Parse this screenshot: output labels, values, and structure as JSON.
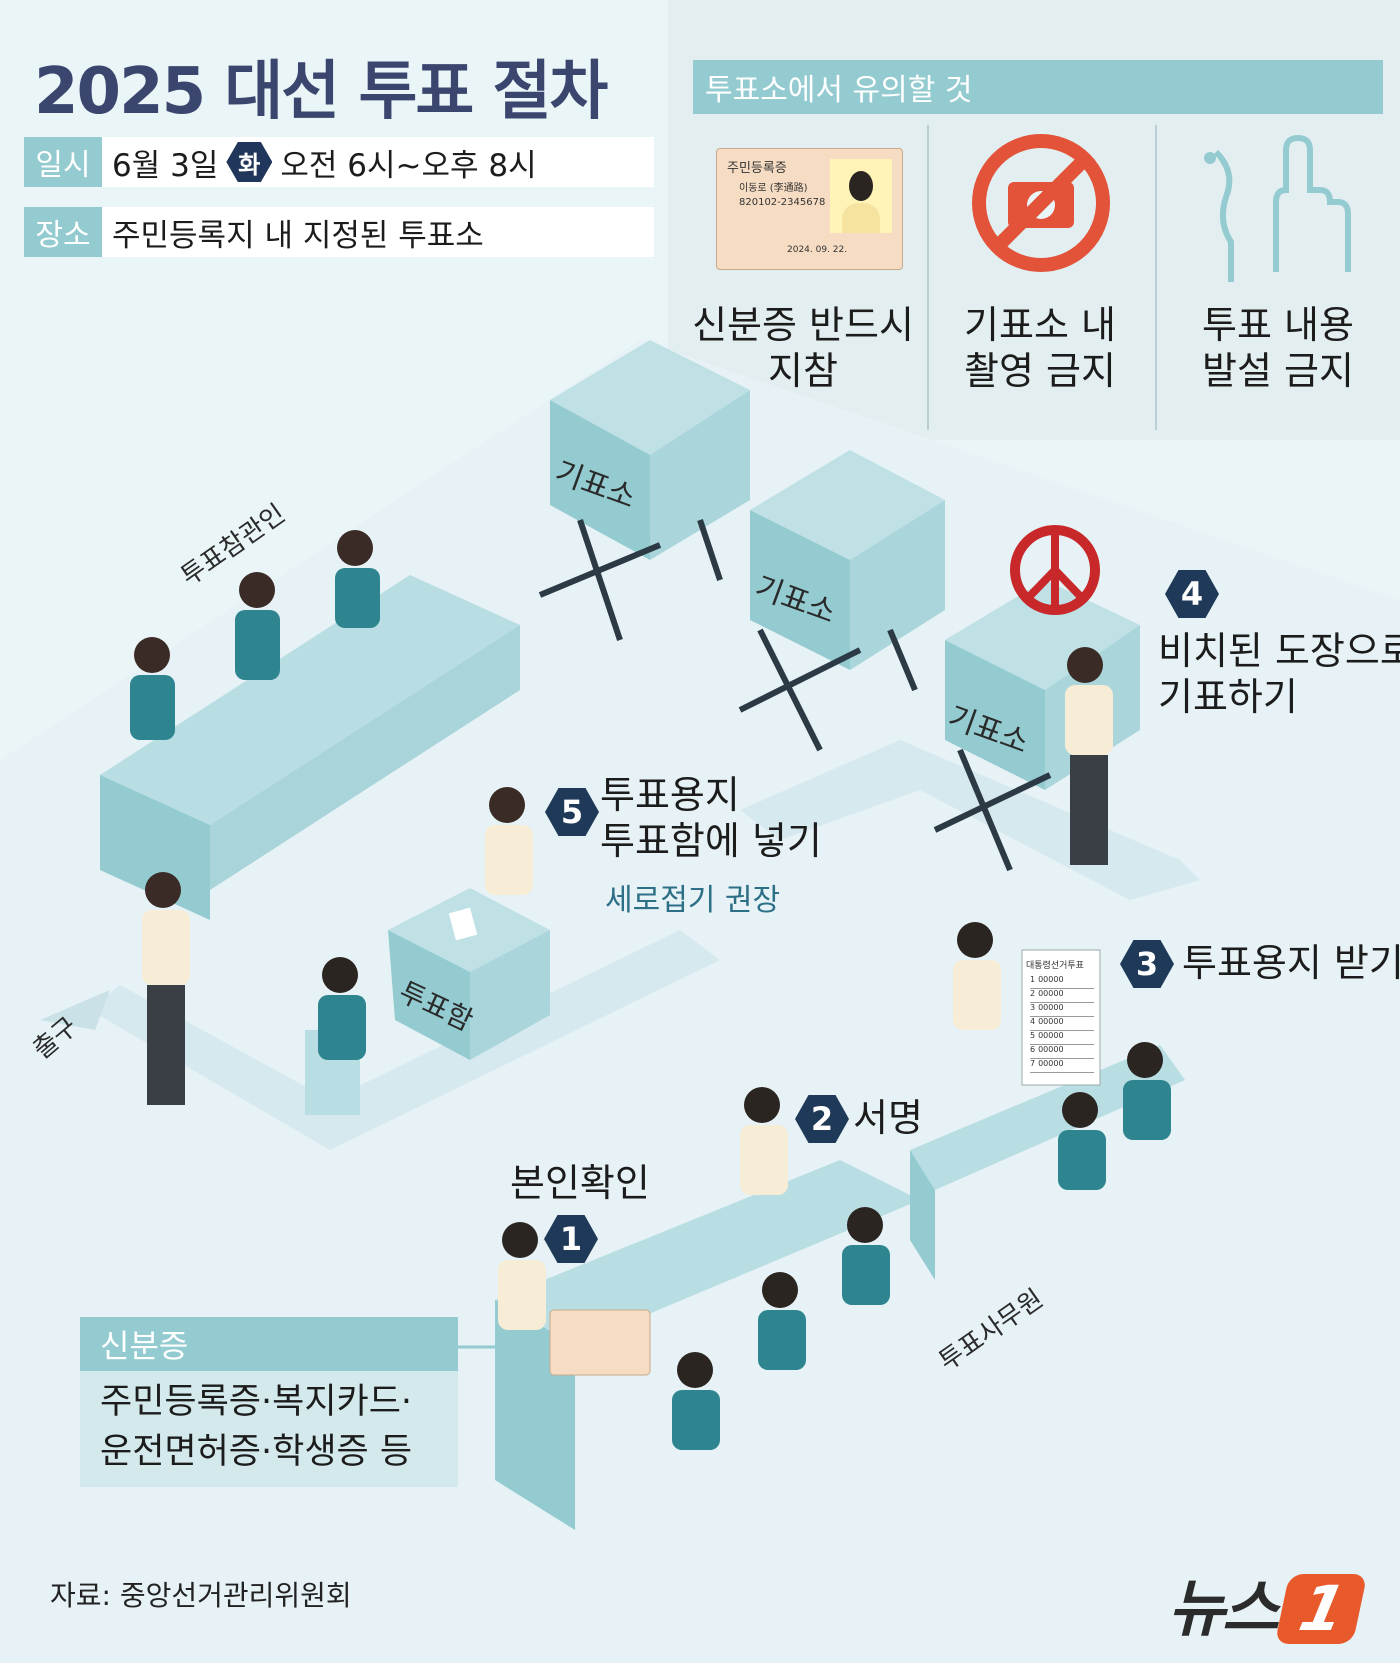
{
  "title": "2025 대선 투표 절차",
  "info": {
    "date_label": "일시",
    "date_month_day": "6월 3일",
    "date_weekday": "화",
    "date_time": "오전 6시~오후 8시",
    "place_label": "장소",
    "place_value": "주민등록지 내 지정된 투표소"
  },
  "notices": {
    "header": "투표소에서 유의할 것",
    "items": [
      {
        "line1": "신분증 반드시",
        "line2": "지참",
        "icon": "id-card-icon"
      },
      {
        "line1": "기표소 내",
        "line2": "촬영 금지",
        "icon": "no-camera-icon"
      },
      {
        "line1": "투표 내용",
        "line2": "발설 금지",
        "icon": "no-speaking-icon"
      }
    ],
    "id_card": {
      "title": "주민등록증",
      "name": "이동로 (李通路)",
      "number": "820102-2345678",
      "date": "2024. 09. 22."
    }
  },
  "booth_label": "기표소",
  "ballot_box_label": "투표함",
  "observers_label": "투표참관인",
  "staff_label": "투표사무원",
  "exit_label": "출구",
  "steps": [
    {
      "num": "1",
      "text": "본인확인"
    },
    {
      "num": "2",
      "text": "서명"
    },
    {
      "num": "3",
      "text": "투표용지 받기"
    },
    {
      "num": "4",
      "line1": "비치된 도장으로",
      "line2": "기표하기"
    },
    {
      "num": "5",
      "line1": "투표용지",
      "line2": "투표함에 넣기",
      "sub": "세로접기 권장"
    }
  ],
  "ballot_title": "대통령선거투표",
  "ballot_rows": [
    "1",
    "2",
    "3",
    "4",
    "5",
    "6",
    "7"
  ],
  "ballot_cell": "00000",
  "id_box": {
    "header": "신분증",
    "line1": "주민등록증·복지카드·",
    "line2": "운전면허증·학생증 등"
  },
  "source": "자료: 중앙선거관리위원회",
  "logo": {
    "text": "뉴스",
    "mark": "1"
  },
  "colors": {
    "teal": "#93cbd1",
    "navy": "#1f3a58",
    "title": "#3b466f",
    "red": "#e2533a"
  }
}
